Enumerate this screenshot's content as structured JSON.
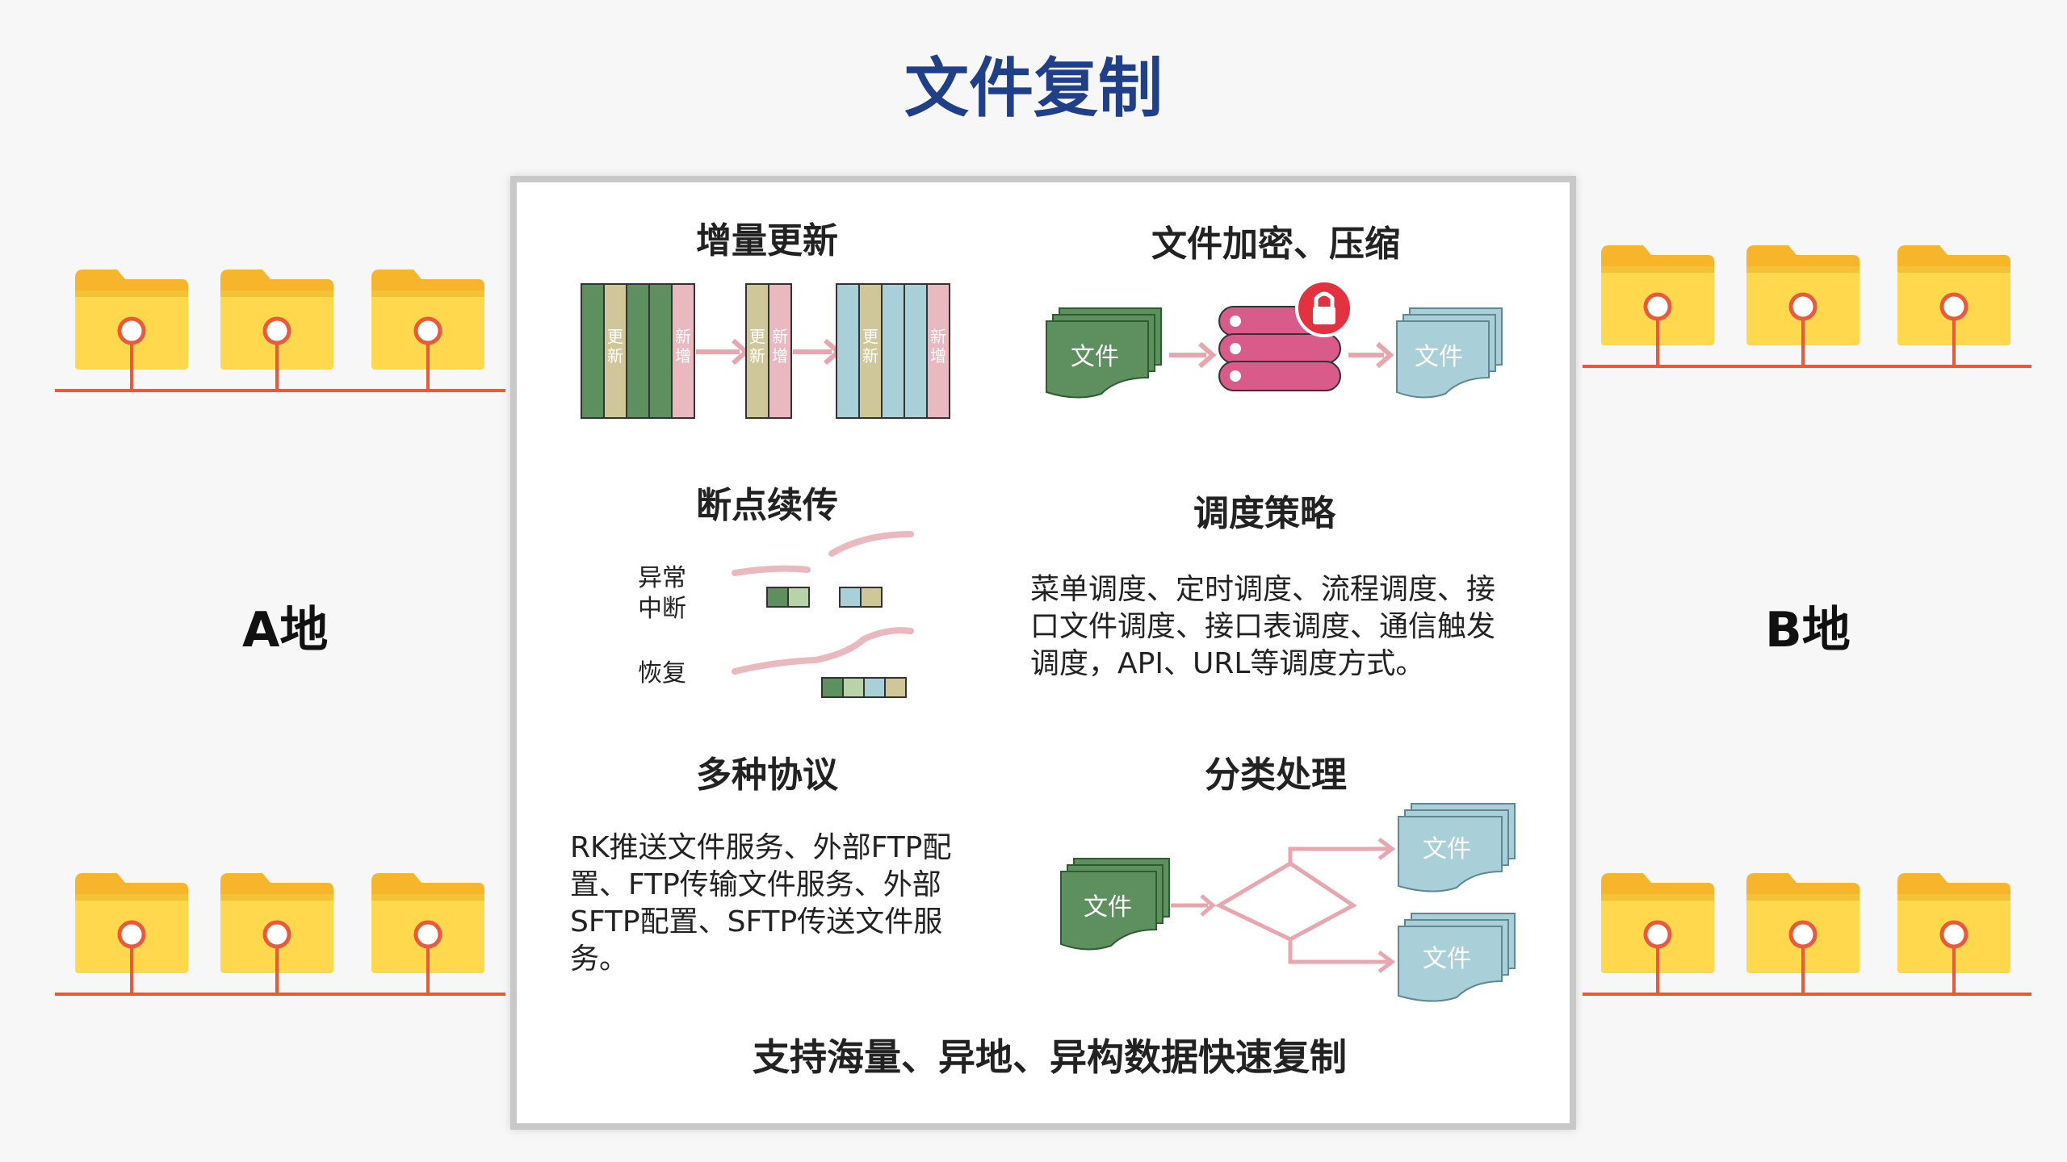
{
  "title": "文件复制",
  "site_a": "A地",
  "site_b": "B地",
  "sections": {
    "incremental": {
      "title": "增量更新",
      "seg_update": "更新",
      "seg_new": "新增"
    },
    "encrypt": {
      "title": "文件加密、压缩",
      "file_label": "文件"
    },
    "resume": {
      "title": "断点续传",
      "abnormal": "异常\n中断",
      "recover": "恢复"
    },
    "schedule": {
      "title": "调度策略",
      "desc": "菜单调度、定时调度、流程调度、接口文件调度、接口表调度、通信触发调度，API、URL等调度方式。"
    },
    "protocols": {
      "title": "多种协议",
      "desc": "RK推送文件服务、外部FTP配置、FTP传输文件服务、外部SFTP配置、SFTP传送文件服务。"
    },
    "classify": {
      "title": "分类处理",
      "file_label": "文件"
    }
  },
  "footer": "支持海量、异地、异构数据快速复制",
  "colors": {
    "title": "#1f3f88",
    "folder": "#ffd84d",
    "folder_tab": "#f7b52b",
    "network_line": "#ea5a3a",
    "green": "#5d8f5f",
    "blue": "#a9cfd8",
    "tan": "#cfc79a",
    "pink": "#e9b9bf",
    "arrow": "#e8a6ae",
    "lock": "#e3323f",
    "db": "#d85b8a"
  },
  "icons": [
    "folder-icon",
    "lock-icon",
    "database-icon",
    "file-stack-icon",
    "arrow-icon",
    "diamond-icon"
  ]
}
